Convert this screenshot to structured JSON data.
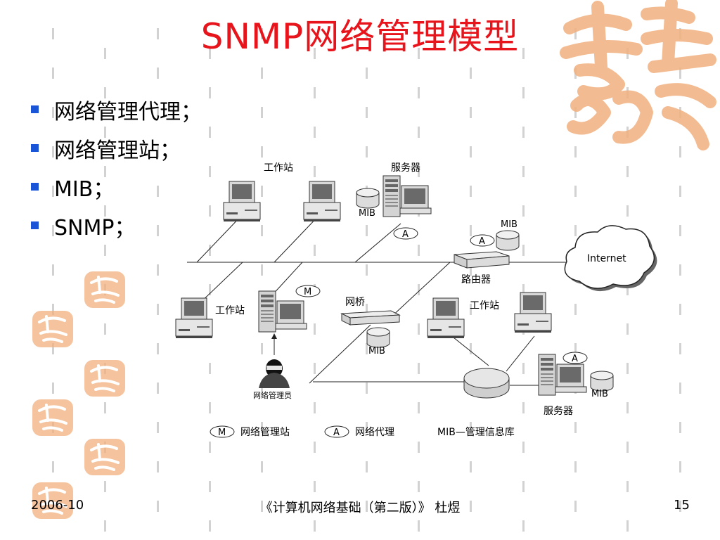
{
  "title": "SNMP网络管理模型",
  "bullets": [
    "网络管理代理；",
    "网络管理站；",
    "MIB；",
    "SNMP；"
  ],
  "diagram": {
    "top_workstation_label": "工作站",
    "top_server_label": "服务器",
    "mib_label": "MIB",
    "agent_letter": "A",
    "manager_letter": "M",
    "internet_label": "Internet",
    "router_label": "路由器",
    "bridge_label": "网桥",
    "left_workstation_label": "工作站",
    "right_workstation_label": "工作站",
    "admin_label": "网络管理员",
    "bottom_server_label": "服务器",
    "legend": {
      "manager_station": "网络管理站",
      "agent": "网络代理",
      "mib_definition": "MIB—管理信息库"
    }
  },
  "footer": {
    "date": "2006-10",
    "book": "《计算机网络基础（第二版）》 杜煜",
    "page": "15"
  },
  "colors": {
    "title": "#e8141c",
    "bullet": "#1a55d8",
    "decoration": "#f1b07e"
  },
  "icons": [
    "workstation-icon",
    "server-icon",
    "database-icon",
    "router-icon",
    "bridge-icon",
    "cloud-icon",
    "person-icon"
  ]
}
